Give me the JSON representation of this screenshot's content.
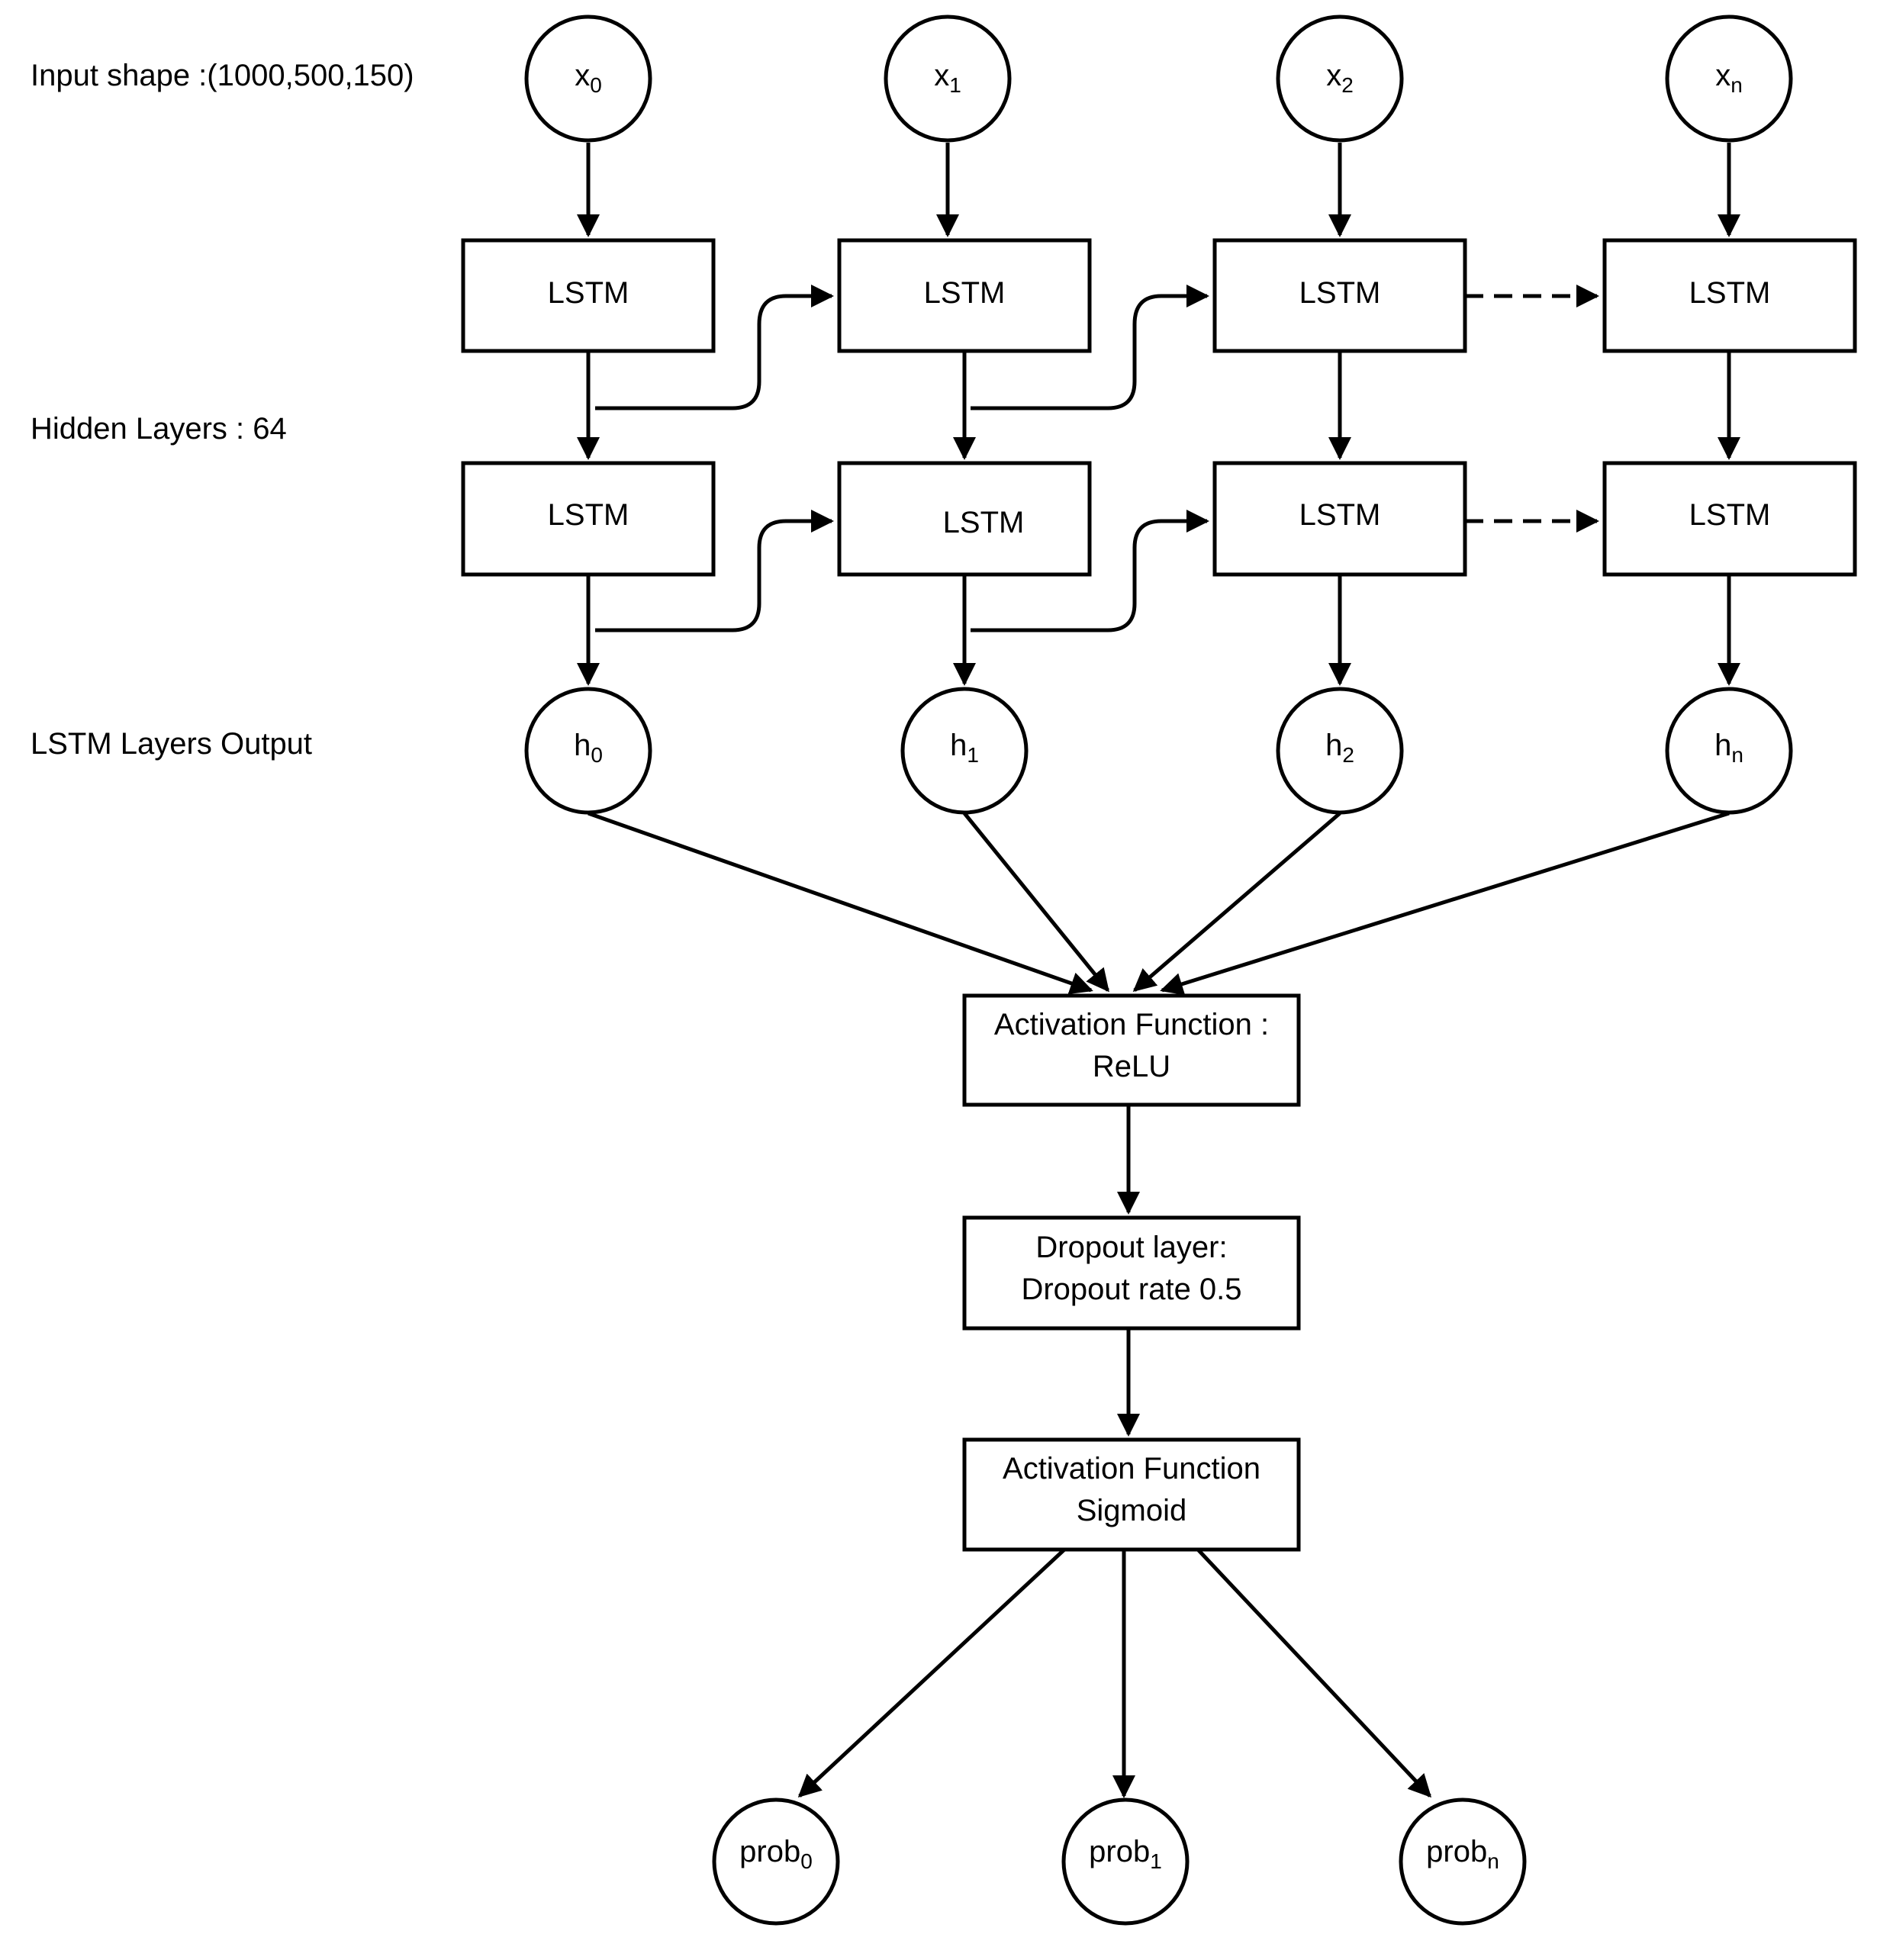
{
  "side_labels": {
    "input_shape": "Input shape :(1000,500,150)",
    "hidden_layers": "Hidden Layers : 64",
    "lstm_output": "LSTM Layers Output"
  },
  "inputs": [
    {
      "base": "x",
      "sub": "0"
    },
    {
      "base": "x",
      "sub": "1"
    },
    {
      "base": "x",
      "sub": "2"
    },
    {
      "base": "x",
      "sub": "n"
    }
  ],
  "lstm_row_1": [
    "LSTM",
    "LSTM",
    "LSTM",
    "LSTM"
  ],
  "lstm_row_2": [
    "LSTM",
    "LSTM",
    "LSTM",
    "LSTM"
  ],
  "outputs": [
    {
      "base": "h",
      "sub": "0"
    },
    {
      "base": "h",
      "sub": "1"
    },
    {
      "base": "h",
      "sub": "2"
    },
    {
      "base": "h",
      "sub": "n"
    }
  ],
  "activation_relu": {
    "line1": "Activation Function :",
    "line2": "ReLU"
  },
  "dropout": {
    "line1": "Dropout layer:",
    "line2": "Dropout rate 0.5"
  },
  "activation_sigmoid": {
    "line1": "Activation Function",
    "line2": "Sigmoid"
  },
  "probs": [
    {
      "base": "prob",
      "sub": "0"
    },
    {
      "base": "prob",
      "sub": "1"
    },
    {
      "base": "prob",
      "sub": "n"
    }
  ]
}
